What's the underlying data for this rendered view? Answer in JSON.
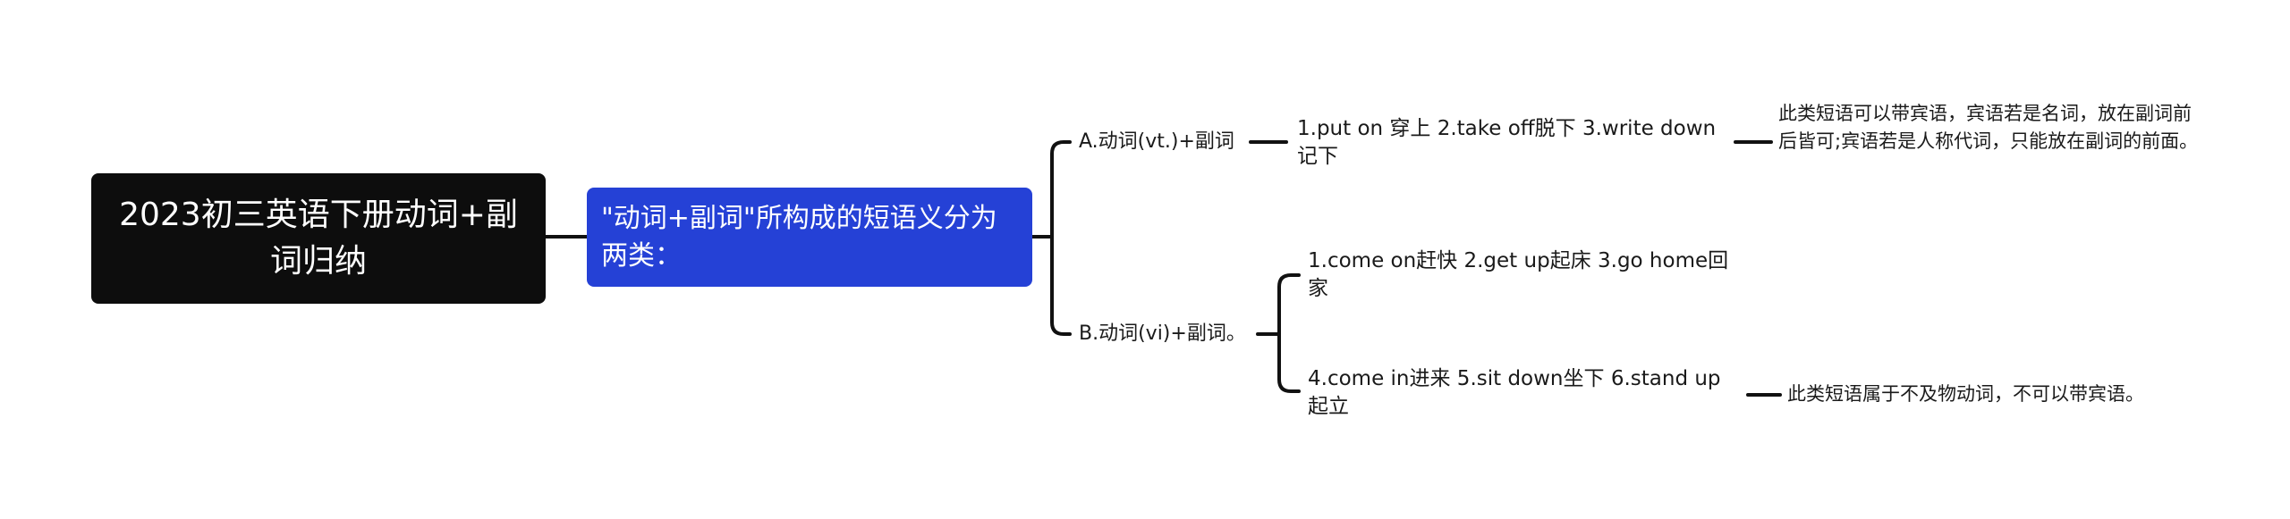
{
  "root": {
    "text": "2023初三英语下册动词+副词归纳"
  },
  "main": {
    "text": "\"动词+副词\"所构成的短语义分为两类："
  },
  "branch_a": {
    "label": "A.动词(vt.)+副词",
    "example": "1.put on 穿上 2.take off脱下 3.write down记下",
    "note": "此类短语可以带宾语，宾语若是名词，放在副词前后皆可;宾语若是人称代词，只能放在副词的前面。"
  },
  "branch_b": {
    "label": "B.动词(vi)+副词。",
    "example_1": "1.come on赶快 2.get up起床 3.go home回家",
    "example_2": "4.come in进来 5.sit down坐下 6.stand up起立",
    "note": "此类短语属于不及物动词，不可以带宾语。"
  },
  "colors": {
    "root_bg": "#0d0d0d",
    "main_bg": "#2541d6",
    "line": "#111111",
    "text": "#1a1a1a"
  }
}
